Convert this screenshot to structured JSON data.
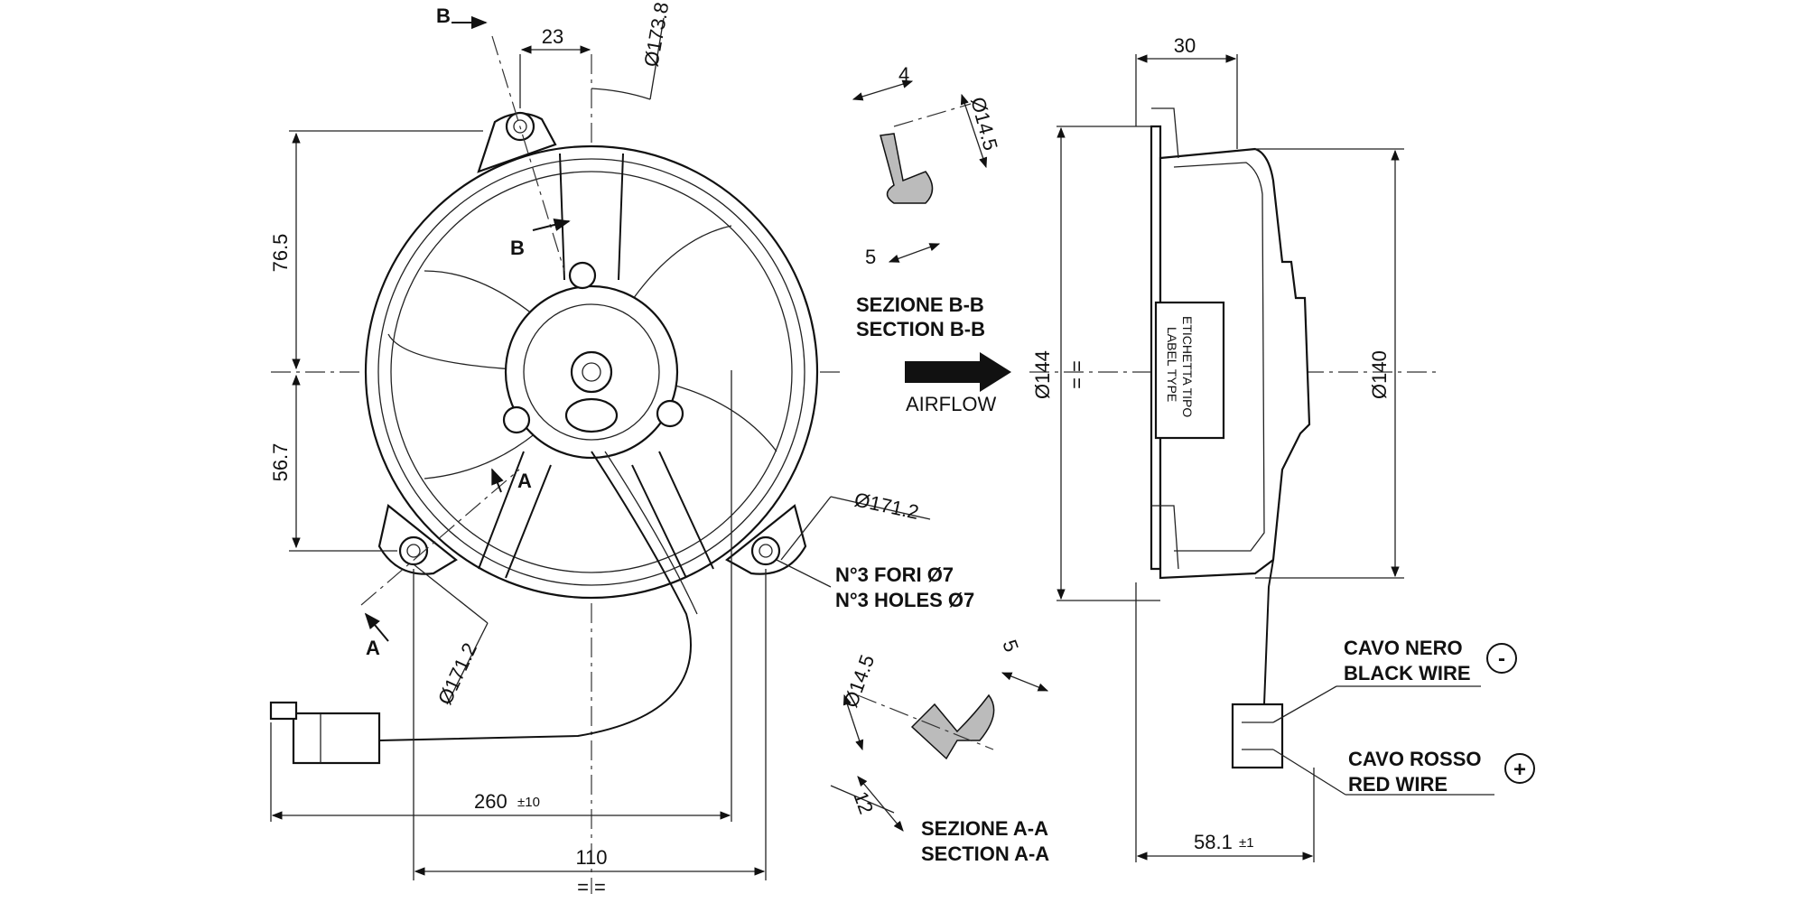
{
  "front_view": {
    "dim_23": "23",
    "dim_d173_8": "Ø173.8",
    "dim_76_5": "76.5",
    "dim_56_7": "56.7",
    "dim_d171_2_right": "Ø171.2",
    "dim_d171_2_left": "Ø171.2",
    "dim_260": "260",
    "dim_260_tol": "±10",
    "dim_110": "110",
    "equal_marks": "= =",
    "section_marker_b": "B",
    "section_marker_a": "A",
    "holes_it": "N°3 FORI Ø7",
    "holes_en": "N°3 HOLES Ø7"
  },
  "section_bb": {
    "dim_4": "4",
    "dim_d14_5": "Ø14.5",
    "dim_5": "5",
    "title_it": "SEZIONE B-B",
    "title_en": "SECTION B-B"
  },
  "airflow": {
    "label": "AIRFLOW"
  },
  "section_aa": {
    "dim_d14_5": "Ø14.5",
    "dim_5": "5",
    "dim_12": "12",
    "title_it": "SEZIONE A-A",
    "title_en": "SECTION A-A"
  },
  "side_view": {
    "dim_30": "30",
    "dim_d144": "Ø144",
    "dim_d140": "Ø140",
    "dim_58_1": "58.1",
    "dim_58_1_tol": "±1",
    "equal_marks": "= =",
    "label_type_it": "ETICHETTA TIPO",
    "label_type_en": "LABEL TYPE"
  },
  "wires": {
    "black_it": "CAVO NERO",
    "black_en": "BLACK WIRE",
    "black_symbol": "-",
    "red_it": "CAVO ROSSO",
    "red_en": "RED WIRE",
    "red_symbol": "+"
  }
}
